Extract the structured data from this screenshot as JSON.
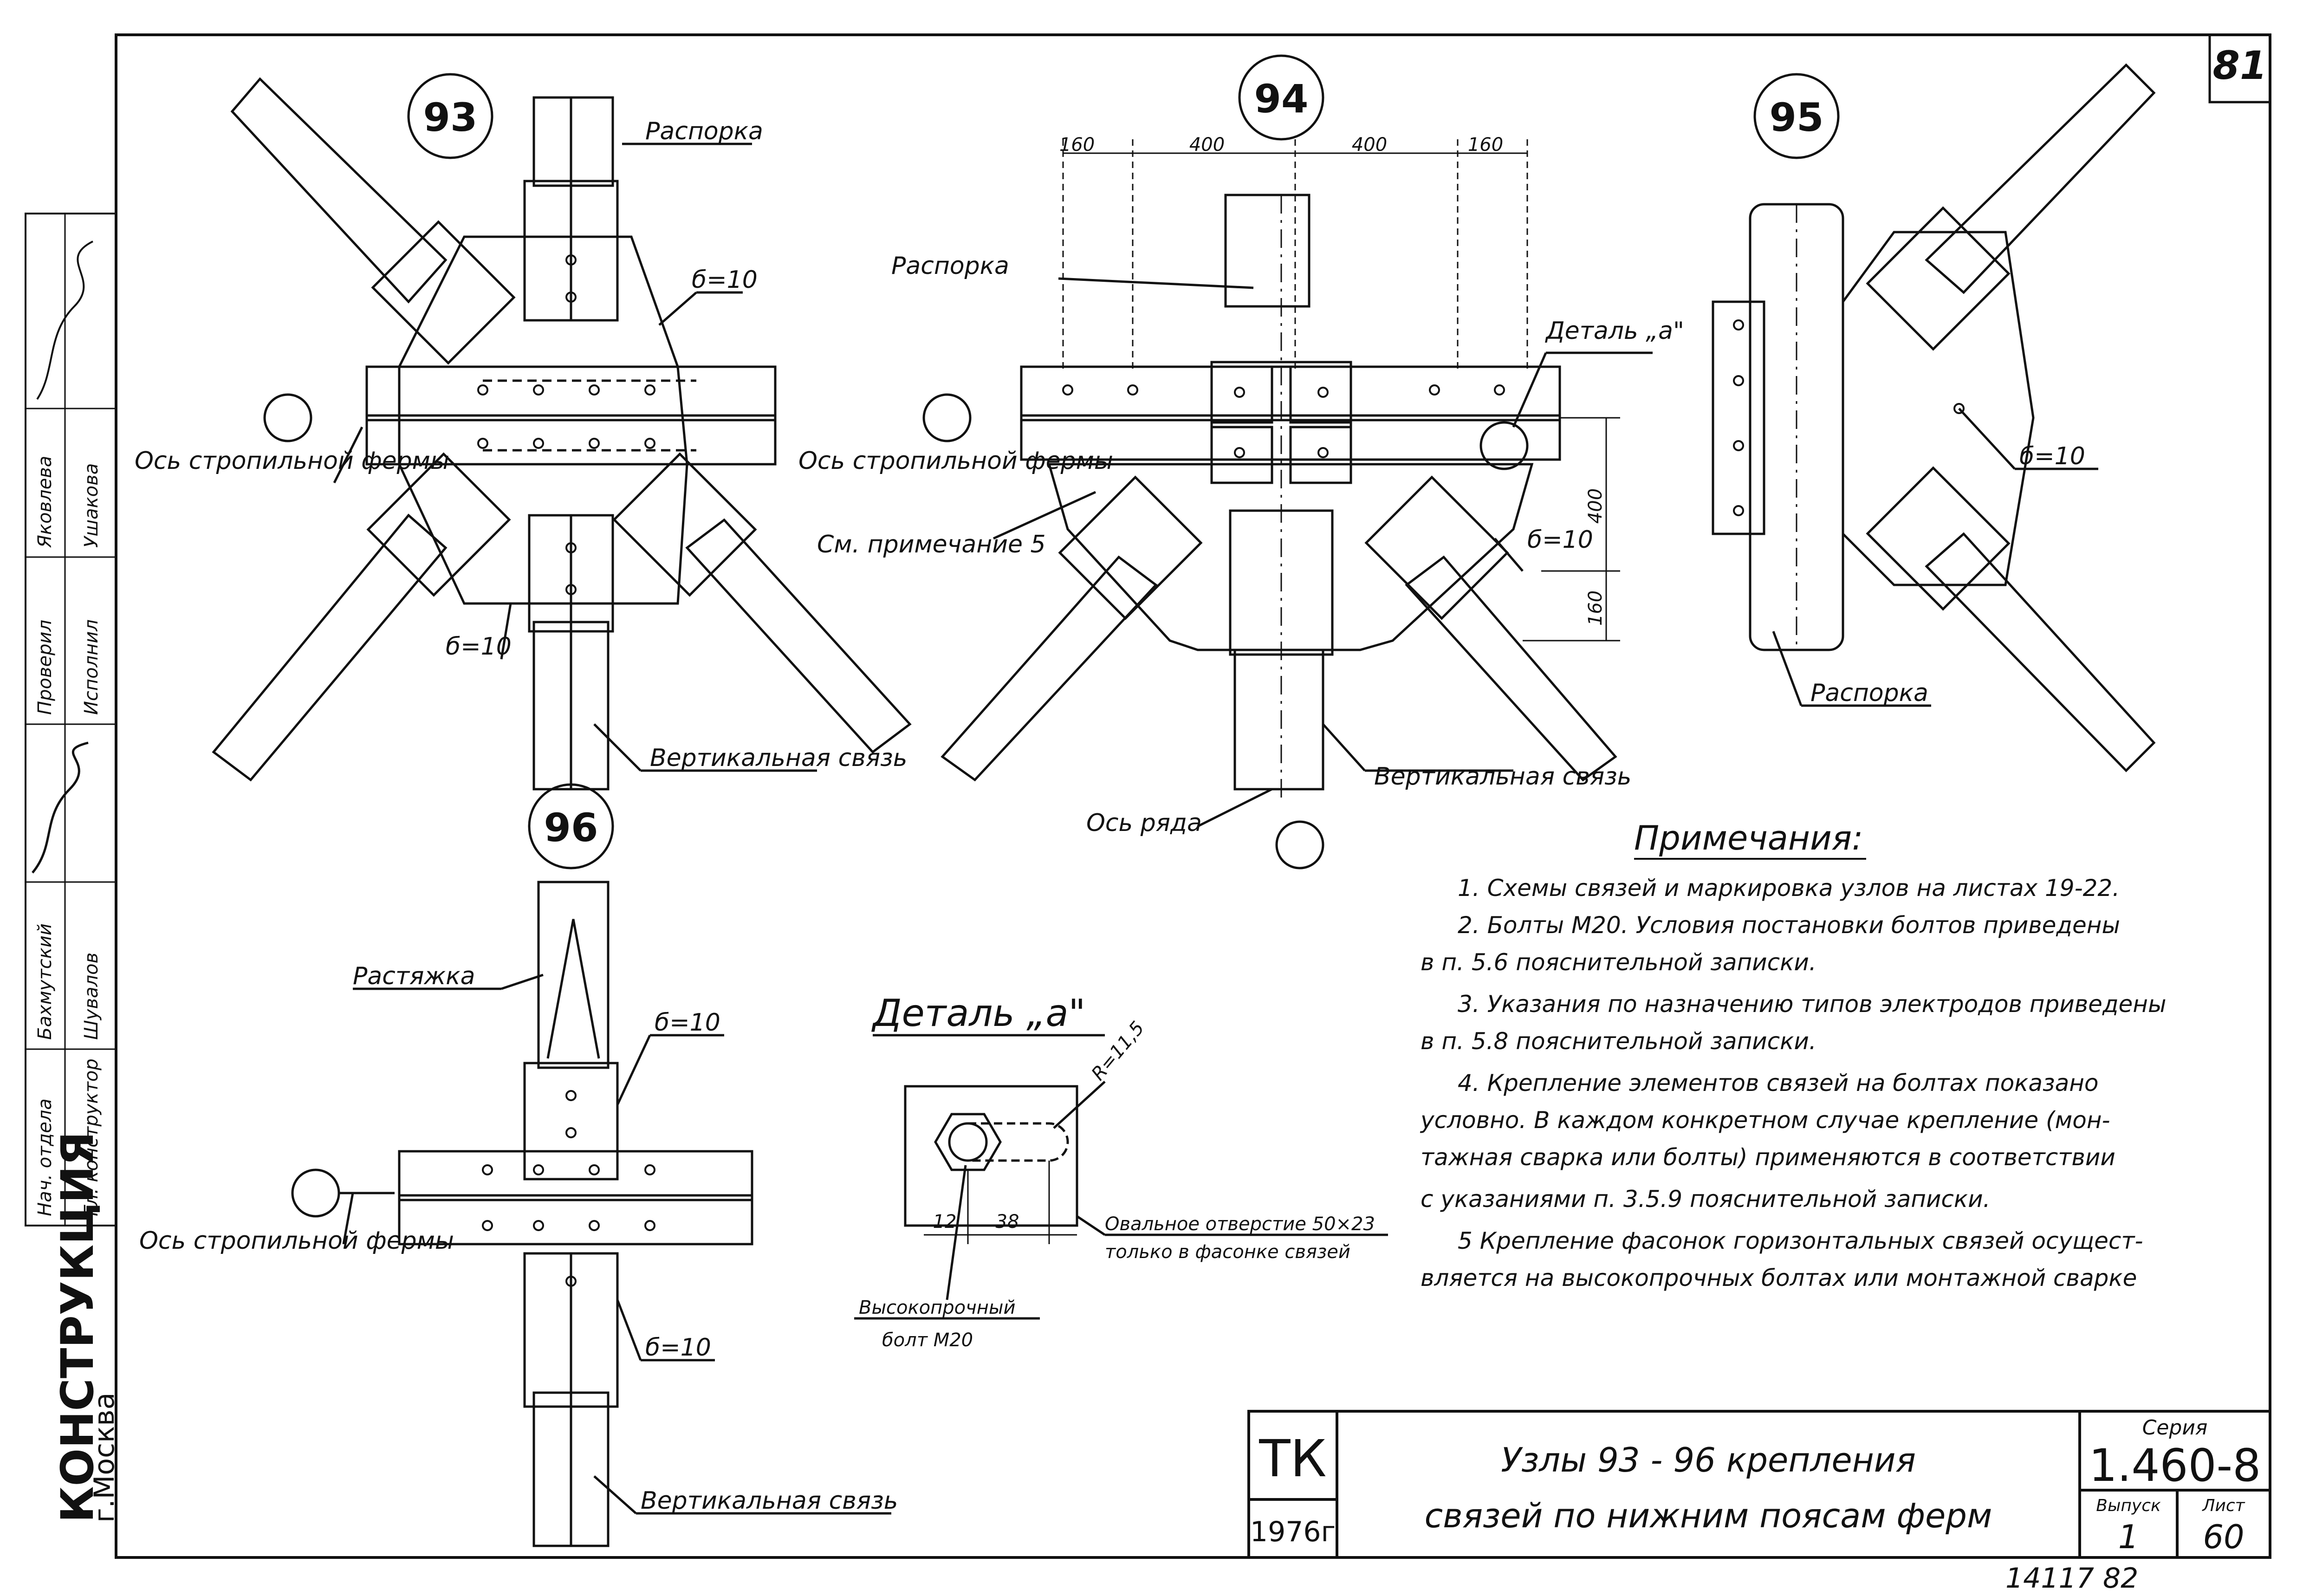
{
  "sheet": {
    "sheet_number": "81",
    "bottom_numbers": "14117   82",
    "org": "КОНСТРУКЦИЯ",
    "city": "г.Москва"
  },
  "side_stamp": {
    "rows": [
      {
        "role": "Нач. отдела",
        "name": "",
        "sign": ""
      },
      {
        "role": "Гл. конструктор",
        "name": "Шувалов",
        "sign": ""
      },
      {
        "role": "",
        "name": "Бахмутский",
        "sign": ""
      },
      {
        "role": "Проверил",
        "name": "",
        "sign": ""
      },
      {
        "role": "Исполнил",
        "name": "Ушакова",
        "sign": ""
      },
      {
        "role": "",
        "name": "Яковлева",
        "sign": ""
      }
    ]
  },
  "nodes": [
    {
      "id": "93",
      "labels": {
        "strut": "Распорка",
        "thickness": "б=10",
        "thickness2": "б=10",
        "axis": "Ось стропильной фермы",
        "vertical": "Вертикальная связь"
      }
    },
    {
      "id": "94",
      "labels": {
        "strut": "Распорка",
        "detail": "Деталь „а\"",
        "axis": "Ось стропильной фермы",
        "note_ref": "См. примечание 5",
        "thickness": "б=10",
        "axis_row": "Ось ряда",
        "vertical": "Вертикальная связь",
        "dims_top": [
          "160",
          "400",
          "400",
          "160"
        ],
        "dims_side": [
          "400",
          "160"
        ]
      }
    },
    {
      "id": "95",
      "labels": {
        "thickness": "б=10",
        "strut": "Распорка"
      }
    },
    {
      "id": "96",
      "labels": {
        "tie": "Растяжка",
        "thickness": "б=10",
        "thickness2": "б=10",
        "axis": "Ось стропильной фермы",
        "vertical": "Вертикальная связь"
      }
    }
  ],
  "detail_a": {
    "title": "Деталь „а\"",
    "radius": "R=11,5",
    "dim1": "12",
    "dim2": "38",
    "oval_note_1": "Овальное отверстие 50×23",
    "oval_note_2": "только в фасонке связей",
    "bolt_1": "Высокопрочный",
    "bolt_2": "болт М20"
  },
  "notes": {
    "title": "Примечания:",
    "lines": [
      "1.  Схемы   связей   и маркировка узлов на листах 19-22.",
      "2.  Болты  М20.  Условия  постановки  болтов  приведены",
      "в  п. 5.6  пояснительной  записки.",
      "3.   Указания   по назначению  типов  электродов приведены",
      "в  п. 5.8  пояснительной  записки.",
      "4.  Крепление  элементов  связей  на болтах  показано",
      "условно.  В каждом   конкретном  случае крепление (мон-",
      "тажная  сварка  или болты)  применяются  в соответствии",
      "с указаниями     п. 3.5.9   пояснительной   записки.",
      "5   Крепление  фасонок  горизонтальных  связей  осущест-",
      "вляется    на высокопрочных  болтах  или монтажной сварке"
    ]
  },
  "title_block": {
    "tk": "ТК",
    "year": "1976г",
    "title_1": "Узлы  93 - 96   крепления",
    "title_2": "связей    по  нижним  поясам ферм",
    "series_label": "Серия",
    "series": "1.460-8",
    "issue_label": "Выпуск",
    "issue": "1",
    "sheet_label": "Лист",
    "sheet": "60"
  }
}
